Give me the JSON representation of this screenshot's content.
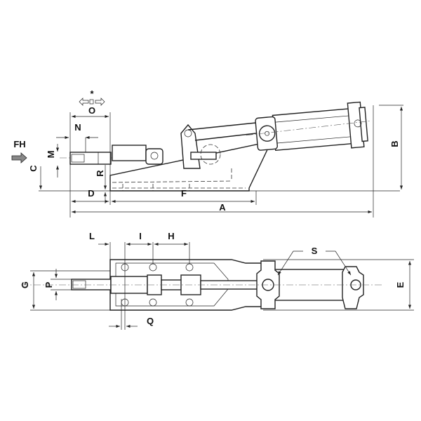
{
  "title": "Pneumatic push-pull toggle clamp dimension drawing",
  "side_view": {
    "labels": {
      "star": "*",
      "O": "O",
      "N": "N",
      "FH": "FH",
      "M": "M",
      "C": "C",
      "R": "R",
      "D": "D",
      "F": "F",
      "A": "A",
      "B": "B"
    }
  },
  "top_view": {
    "labels": {
      "L": "L",
      "I": "I",
      "H": "H",
      "G": "G",
      "P": "P",
      "Q": "Q",
      "S": "S",
      "E": "E"
    }
  }
}
